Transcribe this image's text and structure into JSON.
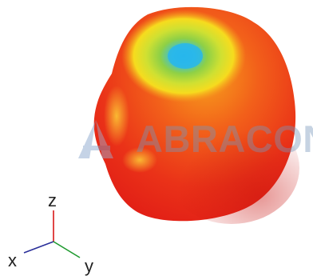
{
  "watermark": {
    "text": "ABRACON"
  },
  "axes": {
    "z_label": "z",
    "x_label": "x",
    "y_label": "y",
    "colors": {
      "z": "#d81818",
      "x": "#2a2f9a",
      "y": "#1e9a2e"
    }
  },
  "colormap": {
    "high": "#e8221a",
    "mid_high": "#f26a18",
    "mid": "#f6dc1e",
    "mid_low": "#8ed046",
    "low": "#27b6ec"
  }
}
